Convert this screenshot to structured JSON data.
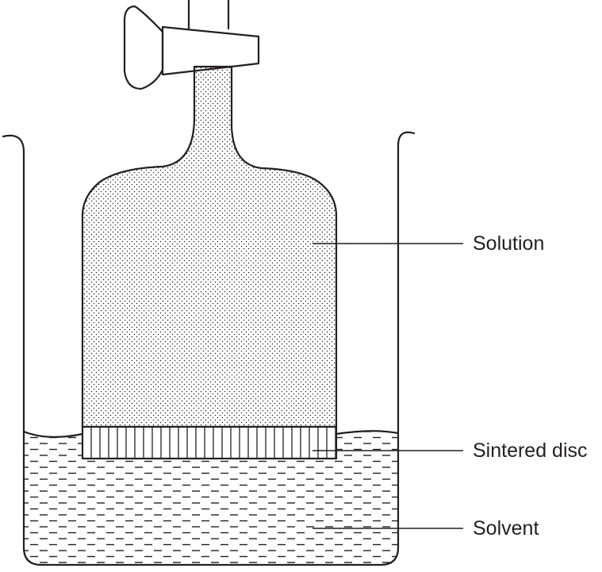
{
  "labels": {
    "solution": "Solution",
    "sintered_disc": "Sintered disc",
    "solvent": "Solvent"
  },
  "colors": {
    "ink": "#231f20",
    "background": "#ffffff"
  }
}
